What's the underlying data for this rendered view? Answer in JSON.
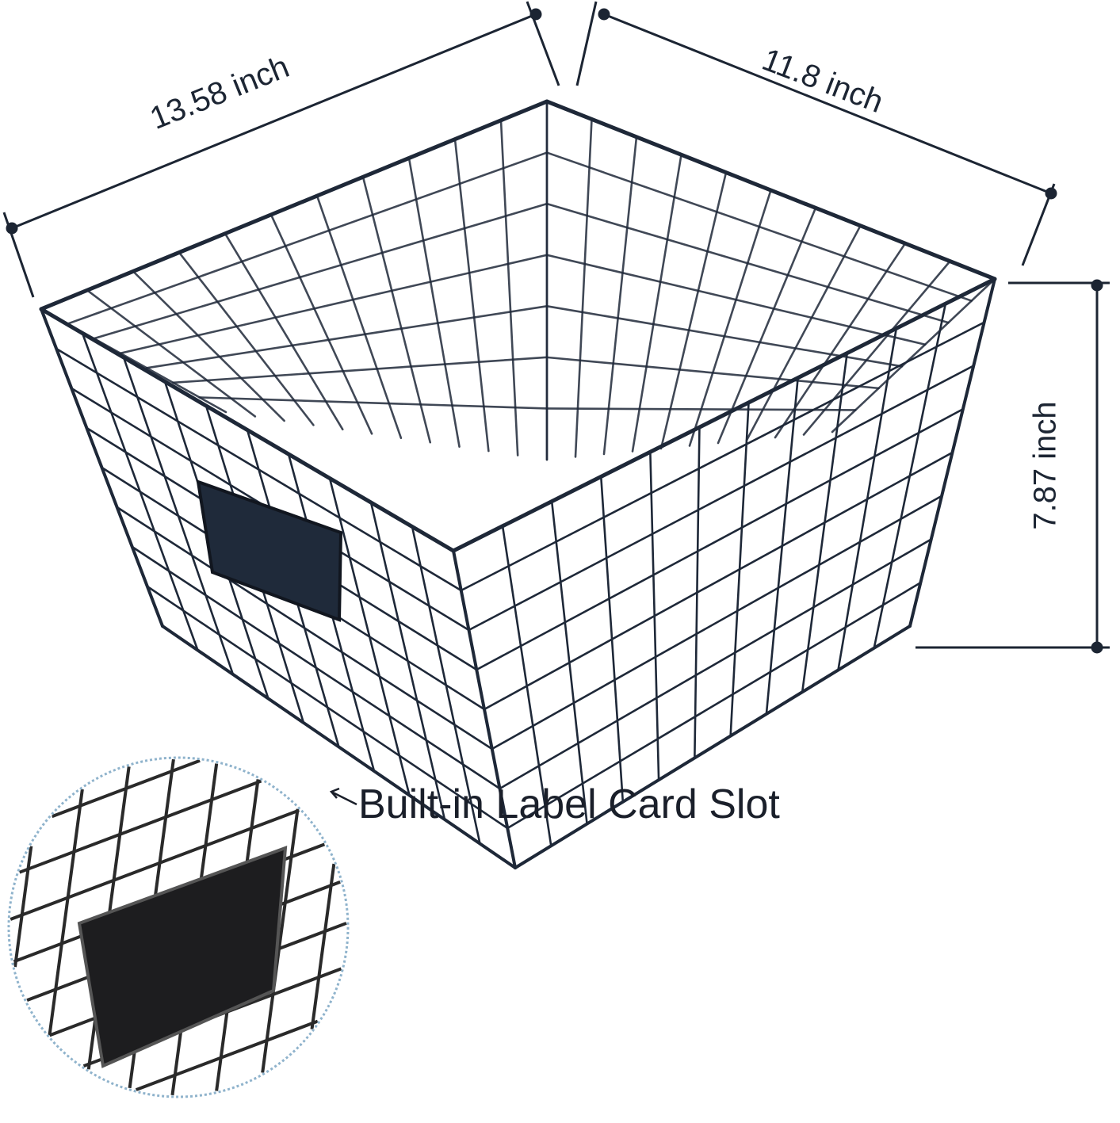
{
  "dimensions": {
    "length_label": "13.58 inch",
    "width_label": "11.8 inch",
    "height_label": "7.87 inch"
  },
  "callout": {
    "label": "Built-in Label Card Slot"
  },
  "colors": {
    "wire": "#1e2838",
    "background": "#ffffff",
    "text": "#1c2533"
  }
}
